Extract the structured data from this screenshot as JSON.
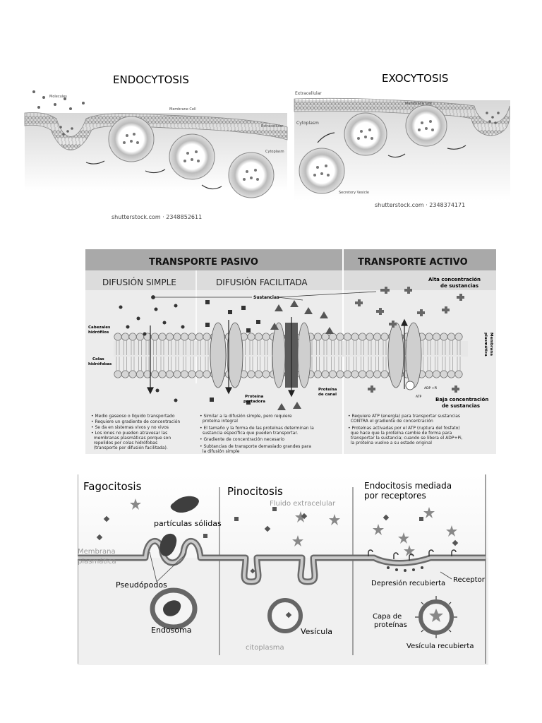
{
  "endocytosis": {
    "title": "ENDOCYTOSIS",
    "molecules": "Molecules",
    "membrane": "Membrane Cell",
    "extracellular": "Extracellular",
    "cytoplasm": "Cytoplasm",
    "credit": "shutterstock.com · 2348852611"
  },
  "exocytosis": {
    "title": "EXOCYTOSIS",
    "extracellular": "Extracellular",
    "membrane": "Membrane Cell",
    "cytoplasm": "Cytoplasm",
    "vesicle": "Secretory Vesicle",
    "credit": "shutterstock.com · 2348374171"
  },
  "transport": {
    "passive": "TRANSPORTE PASIVO",
    "active": "TRANSPORTE ACTIVO",
    "simple": "DIFUSIÓN SIMPLE",
    "facilitated": "DIFUSIÓN FACILITADA",
    "substances": "Sustancias",
    "high_conc_1": "Alta concentración",
    "high_conc_2": "de sustancias",
    "low_conc_1": "Baja concentración",
    "low_conc_2": "de sustancias",
    "heads_1": "Cabezales",
    "heads_2": "hidrófilos",
    "tails_1": "Colas",
    "tails_2": "hidrófobas",
    "membrane_1": "Membrana",
    "membrane_2": "plasmática",
    "carrier_1": "Proteína",
    "carrier_2": "portadora",
    "channel_1": "Proteína",
    "channel_2": "de canal",
    "adp": "ADP +Pi",
    "atp": "ATP",
    "notes_simple": [
      "• Medio gaseoso o líquido transportado",
      "• Requiere un gradiente de concentración",
      "• Se da en sistemas vivos y no vivos",
      "• Los iones no pueden atravesar las",
      "  membranas plasmáticas porque son",
      "  repelidos por colas hidrófobas",
      "  (transporte por difusión facilitada)."
    ],
    "notes_facilitated": [
      "• Similar a la difusión simple, pero requiere",
      "  proteína integral",
      "• El tamaño y la forma de las proteínas determinan la",
      "  sustancia específica que pueden transportar.",
      "• Gradiente de concentración necesario",
      "• Subtancias de transporte demasiado grandes para",
      "  la difusión simple"
    ],
    "notes_active": [
      "• Requiere ATP (energía) para transportar sustancias",
      "  CONTRA el gradiente de concentración",
      "• Proteínas activadas por el ATP (ruptura del fosfato)",
      "  que hace que la proteína cambie de forma para",
      "  transportar la sustancia; cuando se libera el ADP+Pi,",
      "  la proteína vuelve a su estado original"
    ]
  },
  "endo3": {
    "phago": "Fagocitosis",
    "pino": "Pinocitosis",
    "receptor_title_1": "Endocitosis mediada",
    "receptor_title_2": "por receptores",
    "extracellular_fluid": "Fluido extracelular",
    "solid_particles": "partículas sólidas",
    "membrane_1": "Membrana",
    "membrane_2": "plasmática",
    "pseudopods": "Pseudópodos",
    "endosome": "Endosoma",
    "vesicle": "Vesícula",
    "cytoplasm": "citoplasma",
    "coated_pit": "Depresión recubierta",
    "receptor": "Receptor",
    "protein_coat_1": "Capa de",
    "protein_coat_2": "proteínas",
    "coated_vesicle": "Vesícula recubierta"
  }
}
